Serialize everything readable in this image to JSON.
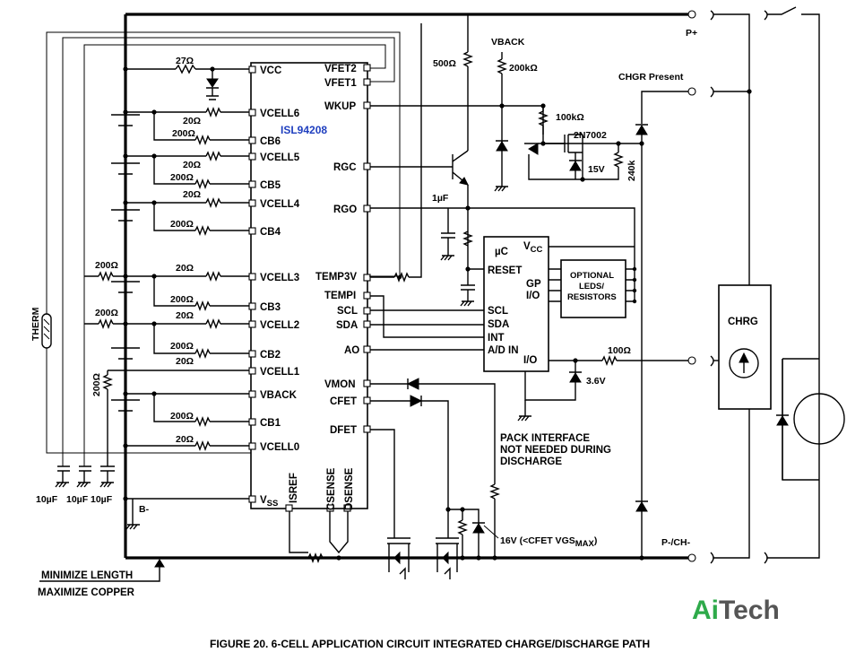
{
  "ic": {
    "name": "ISL94208",
    "left_pins": [
      "VCC",
      "VCELL6",
      "CB6",
      "VCELL5",
      "CB5",
      "VCELL4",
      "CB4",
      "VCELL3",
      "CB3",
      "VCELL2",
      "CB2",
      "VCELL1",
      "VBACK",
      "CB1",
      "VCELL0",
      "V",
      "SS"
    ],
    "right_pins": [
      "VFET2",
      "VFET1",
      "WKUP",
      "RGC",
      "RGO",
      "TEMP3V",
      "TEMPI",
      "SCL",
      "SDA",
      "AO",
      "VMON",
      "CFET",
      "DFET"
    ],
    "bottom_pins": [
      "ISREF",
      "CSENSE",
      "DSENSE"
    ]
  },
  "resistors": {
    "vcc": "27Ω",
    "balance": [
      "20Ω",
      "200Ω"
    ],
    "filter": "200Ω",
    "output": "100Ω",
    "gate_a": "500Ω",
    "vback": "200kΩ",
    "pulldown": "100kΩ",
    "present": "240k"
  },
  "components": {
    "mosfet": "2N7002",
    "zener_15": "15V",
    "zener_36": "3.6V",
    "zener_16_main": "16V (<CFET VGS",
    "zener_16_sub": "MAX",
    "zener_16_end": ")",
    "cap_1uf": "1µF",
    "caps": [
      "10µF",
      "10µF",
      "10µF"
    ],
    "therm": "THERM"
  },
  "mcu": {
    "title": "µC",
    "vcc_main": "V",
    "vcc_sub": "CC",
    "pins_left": [
      "RESET",
      "SCL",
      "SDA",
      "INT",
      "A/D IN"
    ],
    "pins_right": [
      "GP",
      "I/O",
      "I/O"
    ]
  },
  "optional_box": [
    "OPTIONAL",
    "LEDS/",
    "RESISTORS"
  ],
  "net_labels": {
    "pplus": "P+",
    "pminus": "P-/CH-",
    "vback": "VBACK",
    "chgr_present": "CHGR Present",
    "bminus": "B-",
    "chrg": "CHRG"
  },
  "notes": {
    "pack_interface": [
      "PACK INTERFACE",
      "NOT NEEDED DURING",
      "DISCHARGE"
    ],
    "layout": [
      "MINIMIZE LENGTH",
      "MAXIMIZE COPPER"
    ]
  },
  "caption": "FIGURE 20.  6-CELL APPLICATION CIRCUIT INTEGRATED CHARGE/DISCHARGE PATH",
  "logo": {
    "part1": "Ai",
    "part2": "Tech",
    "color1": "#2eaa4a",
    "color2": "#555555"
  }
}
